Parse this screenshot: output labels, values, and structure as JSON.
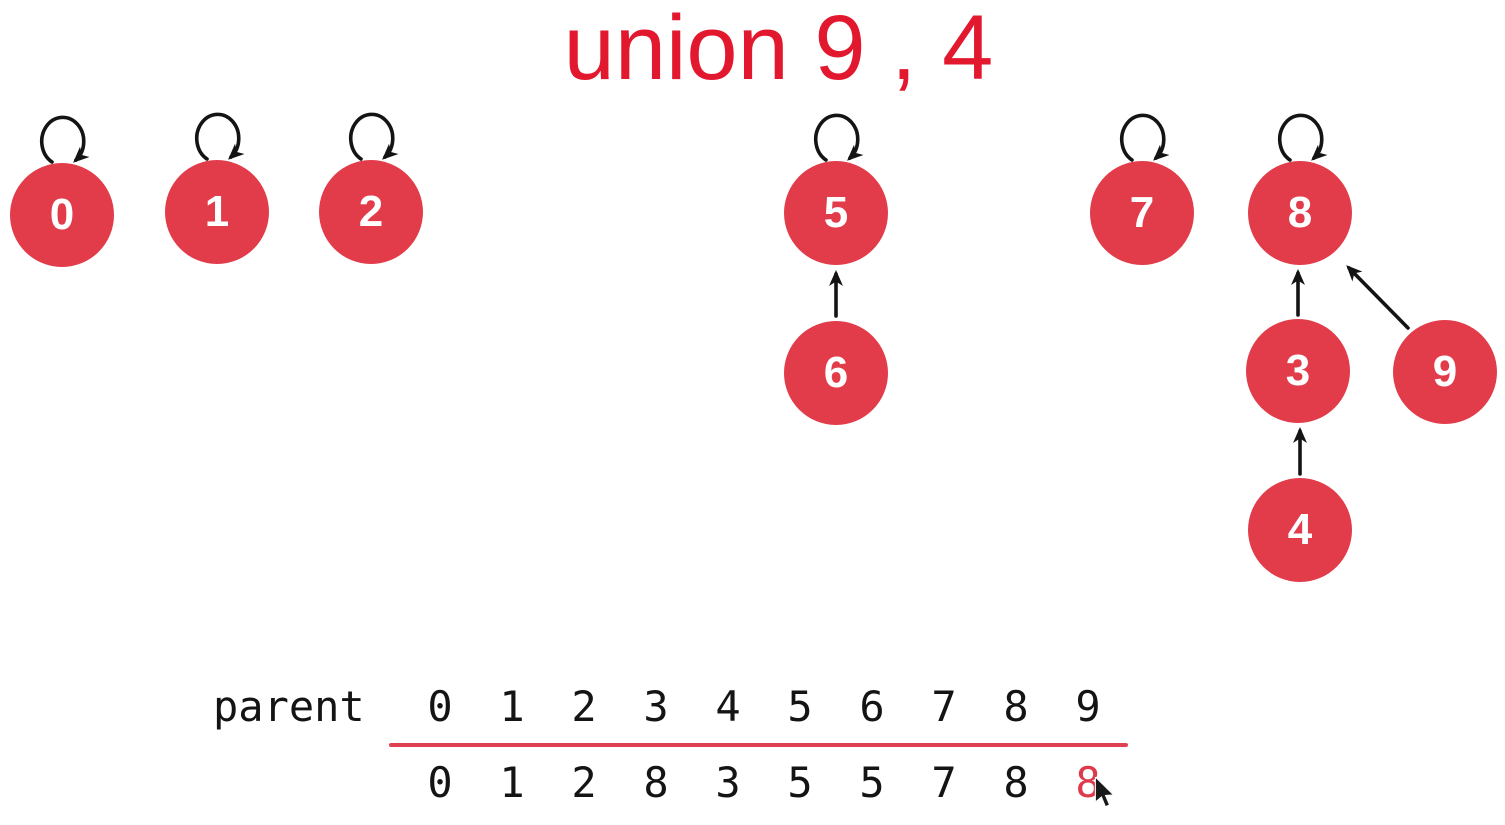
{
  "title": "union 9 , 4",
  "colors": {
    "node": "#e23c4a",
    "node_text": "#ffffff",
    "title": "#e2192e",
    "divider": "#df4150",
    "highlight": "#df3a4c",
    "ink": "#141414"
  },
  "nodes": [
    {
      "label": "0"
    },
    {
      "label": "1"
    },
    {
      "label": "2"
    },
    {
      "label": "3"
    },
    {
      "label": "4"
    },
    {
      "label": "5"
    },
    {
      "label": "6"
    },
    {
      "label": "7"
    },
    {
      "label": "8"
    },
    {
      "label": "9"
    }
  ],
  "self_loops": [
    0,
    1,
    2,
    5,
    7,
    8
  ],
  "edges": [
    {
      "from": "6",
      "to": "5"
    },
    {
      "from": "3",
      "to": "8"
    },
    {
      "from": "4",
      "to": "3"
    },
    {
      "from": "9",
      "to": "8"
    }
  ],
  "table": {
    "label": "parent",
    "indices": [
      "0",
      "1",
      "2",
      "3",
      "4",
      "5",
      "6",
      "7",
      "8",
      "9"
    ],
    "values": [
      "0",
      "1",
      "2",
      "8",
      "3",
      "5",
      "5",
      "7",
      "8",
      "8"
    ],
    "highlight_index": 9
  }
}
